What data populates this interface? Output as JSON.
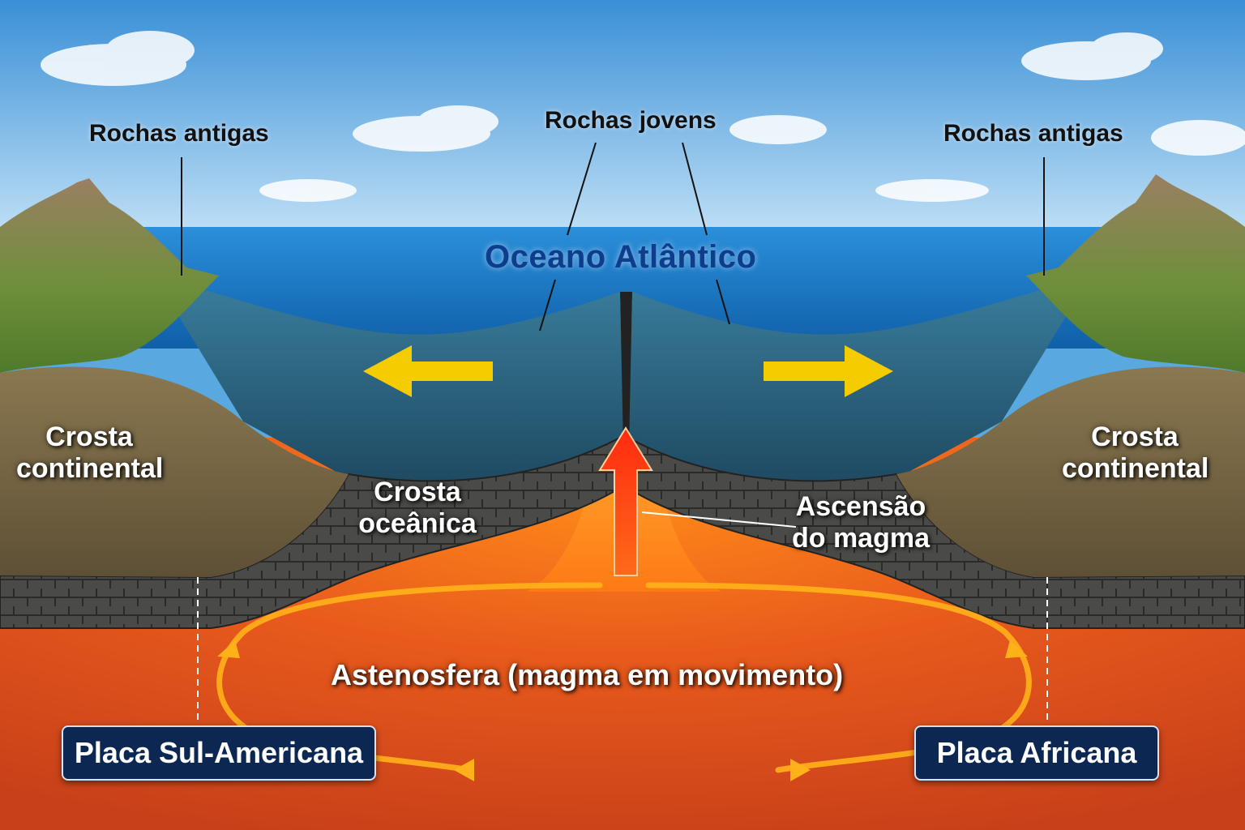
{
  "labels": {
    "old_rocks_left": "Rochas antigas",
    "young_rocks": "Rochas jovens",
    "old_rocks_right": "Rochas antigas",
    "ocean": "Oceano Atlântico",
    "continental_crust_left_l1": "Crosta",
    "continental_crust_left_l2": "continental",
    "continental_crust_right_l1": "Crosta",
    "continental_crust_right_l2": "continental",
    "oceanic_crust_l1": "Crosta",
    "oceanic_crust_l2": "oceânica",
    "magma_rise_l1": "Ascensão",
    "magma_rise_l2": "do magma",
    "asthenosphere": "Astenosfera (magma em movimento)",
    "plate_south_america": "Placa Sul-Americana",
    "plate_africa": "Placa Africana"
  },
  "colors": {
    "sky_top": "#3a8fd6",
    "sky_bottom": "#bfe0f6",
    "ocean_water": "#1f86d2",
    "seafloor": "#2e6f8e",
    "continental_crust": "#7a6a48",
    "oceanic_crust": "#4a4a48",
    "mantle": "#e0501c",
    "magma_core": "#ff9a1a",
    "plate_arrows": "#f5cc00",
    "convection_arrows": "#ffb11a",
    "plate_box": "#0b2752"
  },
  "icons": {
    "plate_motion_left": "arrow-left-icon",
    "plate_motion_right": "arrow-right-icon",
    "magma_up": "arrow-up-icon"
  }
}
